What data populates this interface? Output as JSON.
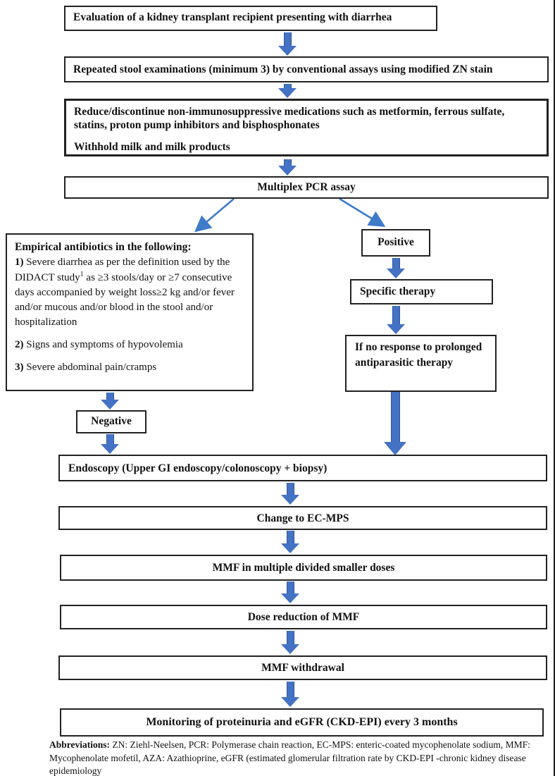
{
  "figure": {
    "boxes": {
      "evaluation": "Evaluation of a kidney transplant recipient presenting with diarrhea",
      "stool_exams": "Repeated stool examinations (minimum 3) by conventional assays using modified ZN stain",
      "reduce_meds_p1": "Reduce/discontinue non-immunosuppressive medications such as metformin, ferrous sulfate, statins, proton pump inhibitors and bisphosphonates",
      "reduce_meds_p2": "Withhold milk and milk products",
      "pcr_assay": "Multiplex PCR assay",
      "positive": "Positive",
      "specific_therapy": "Specific therapy",
      "no_response": "If no response to prolonged antiparasitic therapy",
      "negative": "Negative",
      "endoscopy": "Endoscopy (Upper GI endoscopy/colonoscopy + biopsy)",
      "change_ecmps": "Change to EC-MPS",
      "mmf_divided": "MMF in multiple divided smaller doses",
      "mmf_reduction": "Dose reduction of MMF",
      "mmf_withdrawal": "MMF withdrawal",
      "monitoring": "Monitoring of proteinuria and eGFR (CKD-EPI) every 3 months"
    },
    "empirical": {
      "title": "Empirical antibiotics in the following:",
      "item1_num": "1)",
      "item1_a": "Severe diarrhea as per the definition used by the DIDACT study",
      "item1_sup": "1",
      "item1_b": "as ≥3 stools/day or ≥7 consecutive days accompanied by weight loss≥2 kg and/or fever and/or mucous and/or blood in the stool and/or hospitalization",
      "item2_num": "2)",
      "item2": "Signs and symptoms of hypovolemia",
      "item3_num": "3)",
      "item3": "Severe abdominal pain/cramps"
    },
    "footnote": {
      "label": "Abbreviations:",
      "text": "ZN: Ziehl-Neelsen, PCR: Polymerase chain reaction, EC-MPS: enteric-coated mycophenolate sodium, MMF: Mycophenolate mofetil, AZA: Azathioprine, eGFR (estimated glomerular filtration rate by CKD-EPI -chronic kidney disease epidemiology"
    },
    "colors": {
      "arrow_fill": "#4472c4",
      "arrow_edge": "#2f5597",
      "diagonal_arrow": "#3e7bc8",
      "box_border": "#222222"
    }
  }
}
